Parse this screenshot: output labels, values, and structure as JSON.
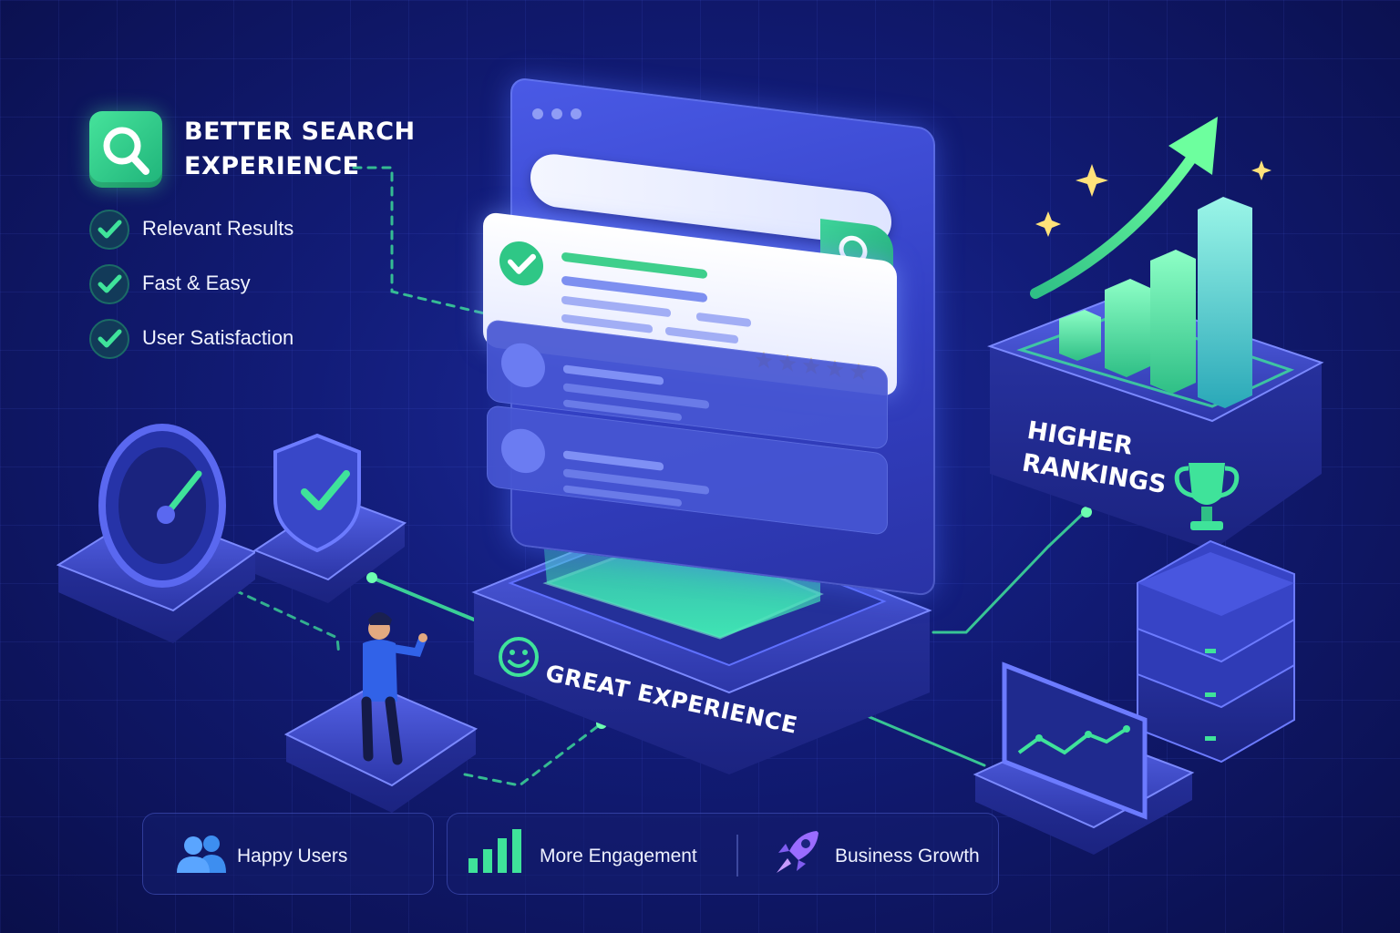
{
  "heading": {
    "line1": "BETTER SEARCH",
    "line2": "EXPERIENCE"
  },
  "checklist": [
    {
      "label": "Relevant Results"
    },
    {
      "label": "Fast & Easy"
    },
    {
      "label": "User Satisfaction"
    }
  ],
  "rankings": {
    "line1": "HIGHER",
    "line2": "RANKINGS"
  },
  "center_label": "GREAT EXPERIENCE",
  "rating_stars": 5,
  "bottom_features": [
    {
      "label": "Happy Users",
      "icon": "users-icon"
    },
    {
      "label": "More Engagement",
      "icon": "bar-chart-icon"
    },
    {
      "label": "Business Growth",
      "icon": "rocket-icon"
    }
  ],
  "colors": {
    "background": "#121c78",
    "accent_green": "#3fe39a",
    "panel_blue": "#3f4fd8",
    "star_yellow": "#ffc629"
  }
}
